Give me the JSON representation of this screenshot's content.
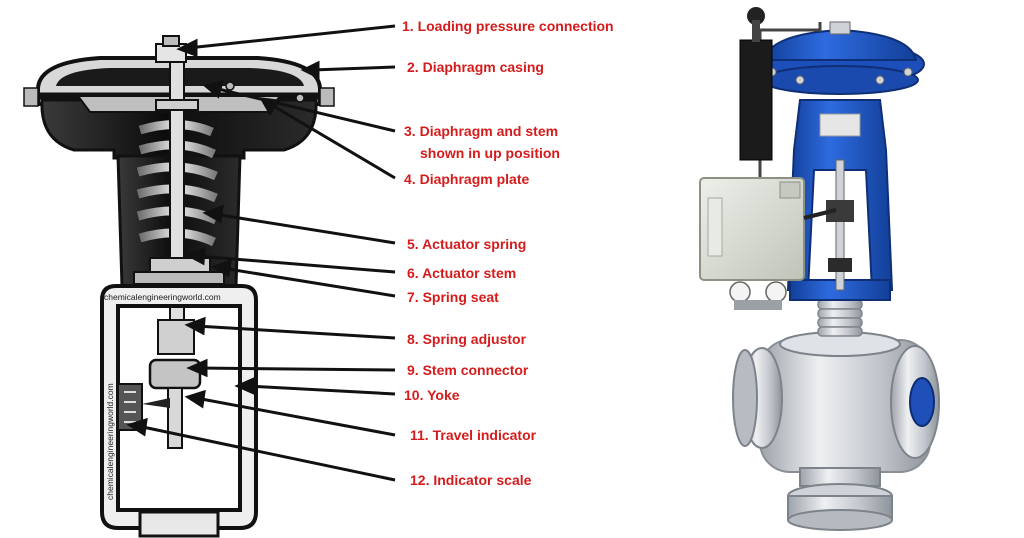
{
  "colors": {
    "label": "#d51c1c",
    "leader": "#111111",
    "body_dark": "#111111",
    "body_grey": "#9a9a9a",
    "actuator_blue": "#1f58c4",
    "valve_silver": "#c9ccd1",
    "positioner_box": "#d9ddd2"
  },
  "watermark": {
    "horizontal": "chemicalengineeringworld.com",
    "vertical": "chemicalengineeringworld.com"
  },
  "labels": [
    {
      "num": "1.",
      "text": "Loading pressure connection"
    },
    {
      "num": "2.",
      "text": "Diaphragm casing"
    },
    {
      "num": "3.",
      "text": "Diaphragm and stem",
      "text2": "shown in up position"
    },
    {
      "num": "4.",
      "text": "Diaphragm plate"
    },
    {
      "num": "5.",
      "text": "Actuator spring"
    },
    {
      "num": "6.",
      "text": "Actuator stem"
    },
    {
      "num": "7.",
      "text": "Spring seat"
    },
    {
      "num": "8.",
      "text": "Spring adjustor"
    },
    {
      "num": "9.",
      "text": "Stem connector"
    },
    {
      "num": "10.",
      "text": "Yoke"
    },
    {
      "num": "11.",
      "text": "Travel indicator"
    },
    {
      "num": "12.",
      "text": "Indicator scale"
    }
  ]
}
